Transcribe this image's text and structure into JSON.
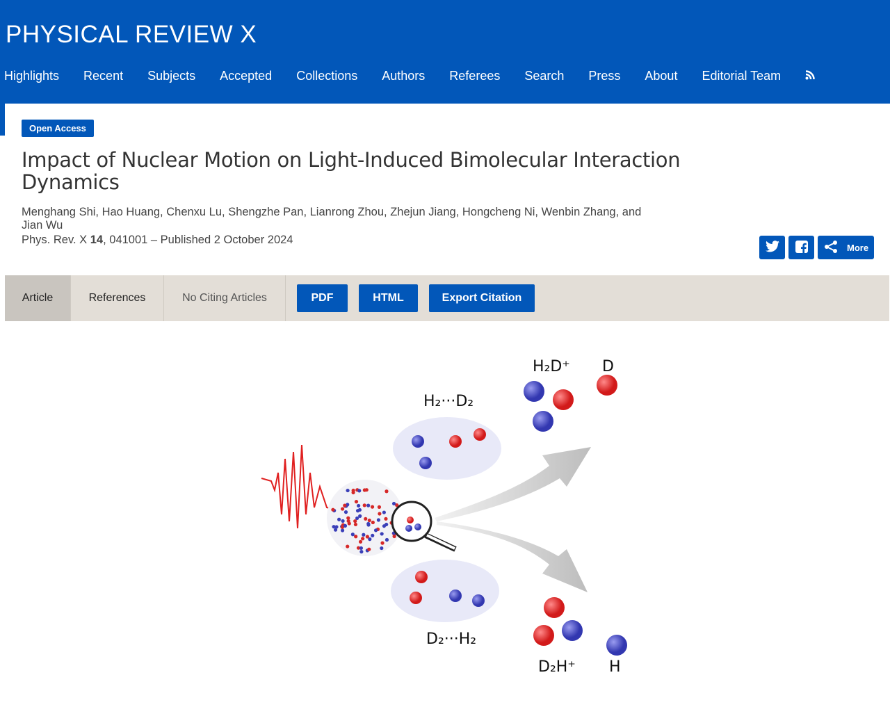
{
  "header": {
    "logo": "PHYSICAL REVIEW X",
    "nav": [
      "Highlights",
      "Recent",
      "Subjects",
      "Accepted",
      "Collections",
      "Authors",
      "Referees",
      "Search",
      "Press",
      "About",
      "Editorial Team"
    ]
  },
  "article": {
    "badge": "Open Access",
    "title": "Impact of Nuclear Motion on Light-Induced Bimolecular Interaction Dynamics",
    "authors": "Menghang Shi, Hao Huang, Chenxu Lu, Shengzhe Pan, Lianrong Zhou, Zhejun Jiang, Hongcheng Ni, Wenbin Zhang, and Jian Wu",
    "journal": "Phys. Rev. X",
    "volume": "14",
    "citation_rest": ", 041001 – Published 2 October 2024"
  },
  "share": {
    "more": "More"
  },
  "tabs": {
    "article": "Article",
    "references": "References",
    "citing": "No Citing Articles",
    "pdf": "PDF",
    "html": "HTML",
    "export": "Export Citation"
  },
  "figure": {
    "labels": {
      "h2d_plus": "H₂D⁺",
      "d": "D",
      "h2_d2": "H₂···D₂",
      "d2_h2": "D₂···H₂",
      "d2h_plus": "D₂H⁺",
      "h": "H"
    }
  },
  "colors": {
    "brand": "#0257b9",
    "tabbar": "#e3ded7"
  }
}
